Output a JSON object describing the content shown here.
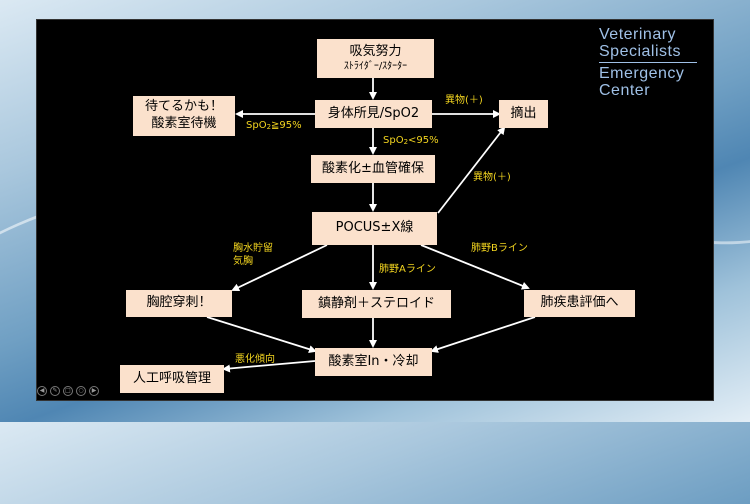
{
  "logo": {
    "line1": "Veterinary",
    "line2": "Specialists",
    "line3": "Emergency",
    "line4": "Center"
  },
  "nodes": {
    "breathing_effort": {
      "line1": "吸気努力",
      "line2": "ｽﾄﾗｲﾀﾞｰ/ｽﾀｰﾀｰ"
    },
    "exam": "身体所見/SpO2",
    "wait": {
      "line1": "待てるかも！",
      "line2": "酸素室待機"
    },
    "removal": "摘出",
    "oxygen_iv": "酸素化±血管確保",
    "pocus": "POCUS±X線",
    "thoracentesis": "胸腔穿刺！",
    "sedation": "鎮静剤＋ステロイド",
    "lung_eval": "肺疾患評価へ",
    "oxygen_room": "酸素室In・冷却",
    "ventilation": "人工呼吸管理"
  },
  "labels": {
    "foreign_top": "異物(＋)",
    "spo2_high": "SpO",
    "spo2_high_sub": "2",
    "spo2_high_rest": "≧95%",
    "spo2_low": "SpO",
    "spo2_low_sub": "2",
    "spo2_low_rest": "<95%",
    "foreign_mid": "異物(＋)",
    "effusion_line1": "胸水貯留",
    "effusion_line2": "気胸",
    "a_line": "肺野Aライン",
    "b_line": "肺野Bライン",
    "worsening": "悪化傾向"
  },
  "toolbar": [
    "prev-icon",
    "pen-icon",
    "slides-icon",
    "zoom-icon",
    "next-icon"
  ]
}
